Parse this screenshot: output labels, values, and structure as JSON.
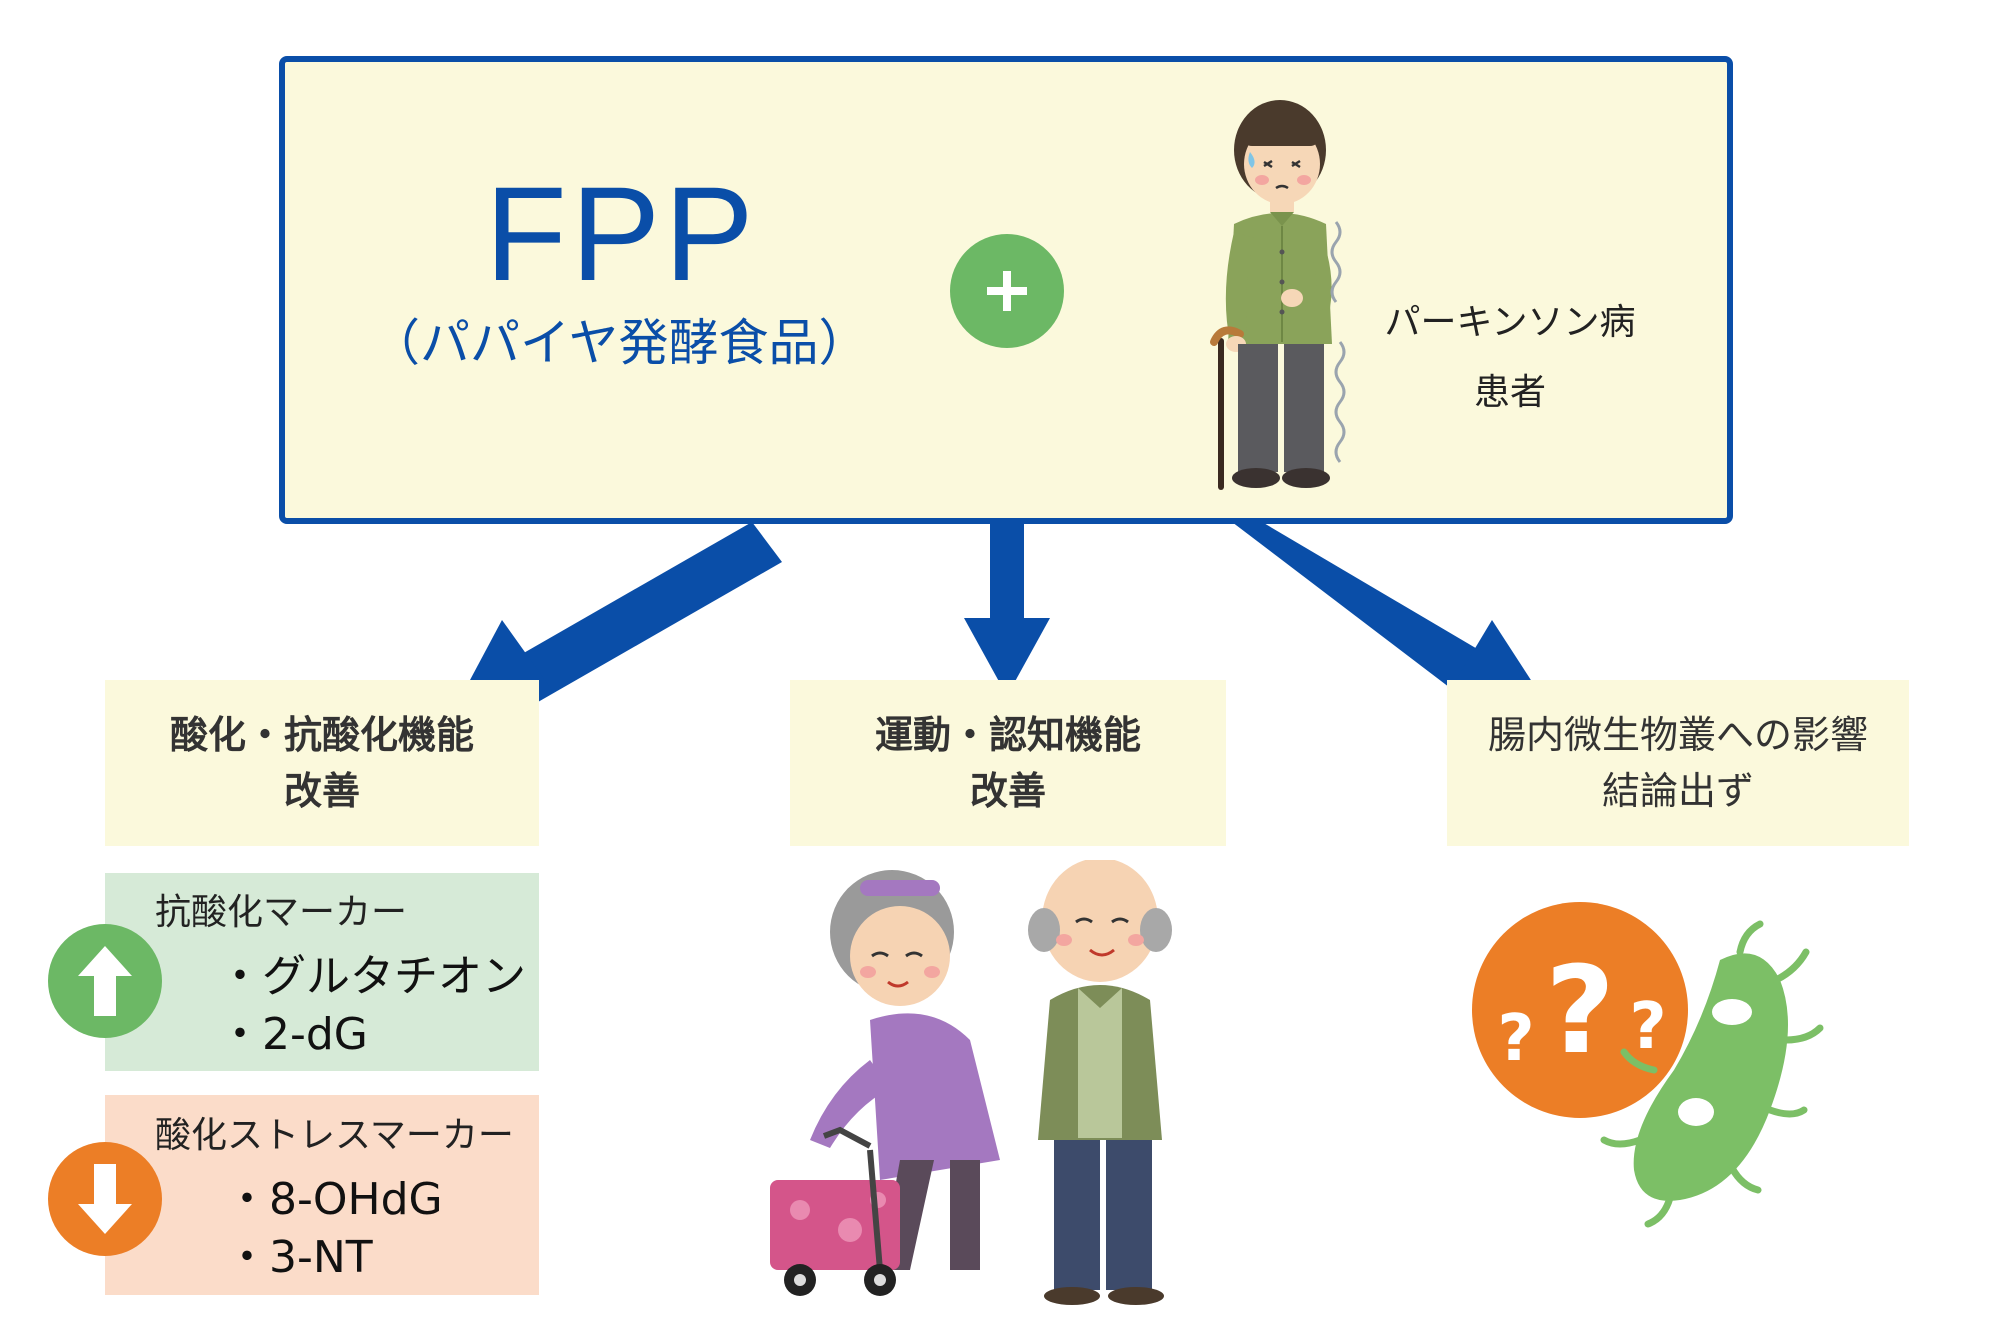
{
  "top": {
    "title": "FPP",
    "subtitle": "（パパイヤ発酵食品）",
    "plus_symbol": "+",
    "patient_line1": "パーキンソン病",
    "patient_line2": "患者"
  },
  "outcomes": [
    {
      "line1": "酸化・抗酸化機能",
      "line2": "改善"
    },
    {
      "line1": "運動・認知機能",
      "line2": "改善"
    },
    {
      "line1": "腸内微生物叢への影響",
      "line2": "結論出ず"
    }
  ],
  "antioxidant": {
    "title": "抗酸化マーカー",
    "items": [
      "・グルタチオン",
      "・2-dG"
    ],
    "direction_icon": "up-arrow-icon"
  },
  "oxidative_stress": {
    "title": "酸化ストレスマーカー",
    "items": [
      "・8-OHdG",
      "・3-NT"
    ],
    "direction_icon": "down-arrow-icon"
  },
  "colors": {
    "primary_blue": "#0a4ea8",
    "box_fill": "#fbf9dc",
    "green": "#6cb865",
    "orange": "#ec7e26",
    "green_box": "#d6ead7",
    "orange_box": "#fbdcc9"
  }
}
